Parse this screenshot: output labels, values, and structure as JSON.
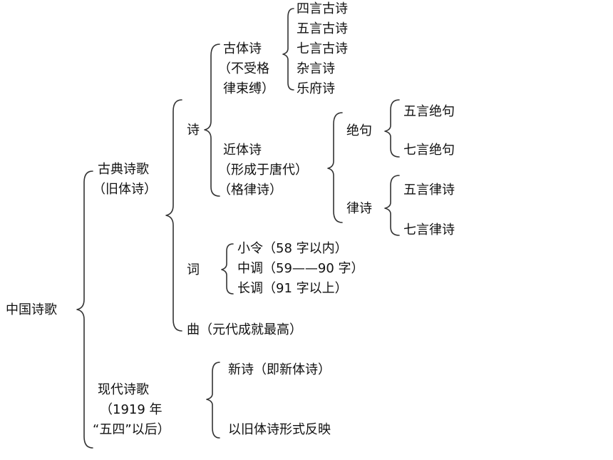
{
  "root": "中国诗歌",
  "classical": {
    "title": "古典诗歌",
    "subtitle": "（旧体诗）"
  },
  "shi": {
    "label": "诗",
    "guti": {
      "line1": "古体诗",
      "line2": "（不受格",
      "line3": "律束缚）",
      "items": [
        "四言古诗",
        "五言古诗",
        "七言古诗",
        "杂言诗",
        "乐府诗"
      ]
    },
    "jinti": {
      "line1": "近体诗",
      "line2": "（形成于唐代）",
      "line3": "（格律诗）",
      "jueju": {
        "label": "绝句",
        "items": [
          "五言绝句",
          "七言绝句"
        ]
      },
      "lvshi": {
        "label": "律诗",
        "items": [
          "五言律诗",
          "七言律诗"
        ]
      }
    }
  },
  "ci": {
    "label": "词",
    "items": [
      "小令（58 字以内）",
      "中调（59——90 字）",
      "长调（91 字以上）"
    ]
  },
  "qu": {
    "label": "曲（元代成就最高）"
  },
  "modern": {
    "line1": "现代诗歌",
    "line2": "（1919 年",
    "line3": "“五四”以后）",
    "items": [
      "新诗（即新体诗）",
      "以旧体诗形式反映"
    ]
  }
}
